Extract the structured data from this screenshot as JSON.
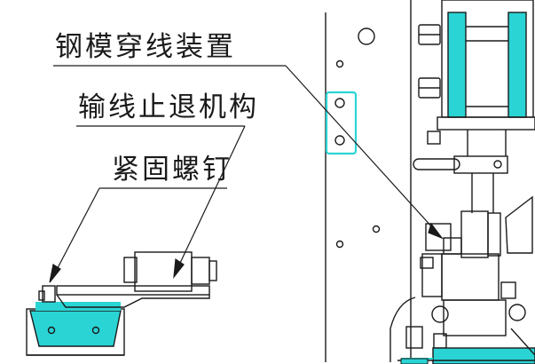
{
  "labels": {
    "steel_die_threading_device": "钢模穿线装置",
    "wire_feed_stop_return_mechanism": "输线止退机构",
    "fastening_screw": "紧固螺钉"
  },
  "colors": {
    "line": "#1a1a1a",
    "accent_cyan": "#2ad4d4",
    "background": "#ffffff"
  }
}
